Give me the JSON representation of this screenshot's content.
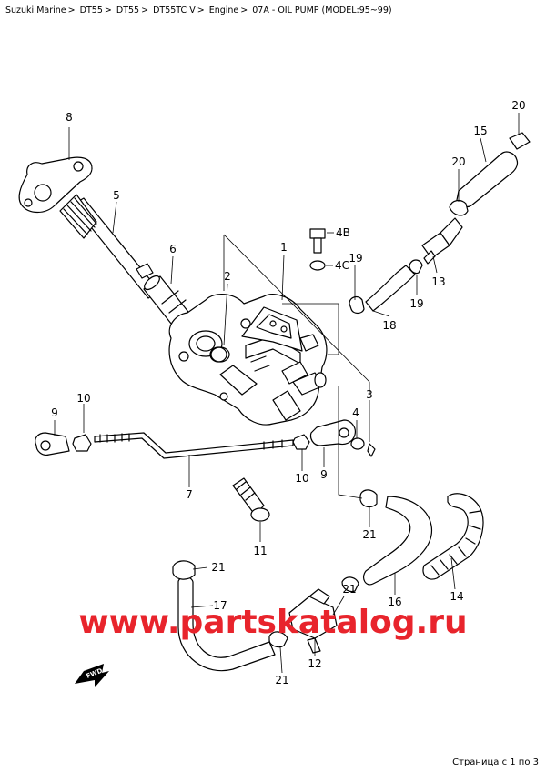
{
  "breadcrumb": [
    "Suzuki Marine",
    "DT55",
    "DT55",
    "DT55TC V",
    "Engine",
    "07A - OIL PUMP (MODEL:95~99)"
  ],
  "breadcrumb_separator": ">",
  "part_numbers": {
    "p1": "1",
    "p2": "2",
    "p3": "3",
    "p4": "4",
    "p4b": "4B",
    "p4c": "4C",
    "p5": "5",
    "p6": "6",
    "p7": "7",
    "p8": "8",
    "p9a": "9",
    "p9b": "9",
    "p10a": "10",
    "p10b": "10",
    "p11": "11",
    "p12": "12",
    "p13": "13",
    "p14": "14",
    "p15": "15",
    "p16": "16",
    "p17": "17",
    "p18": "18",
    "p19a": "19",
    "p19b": "19",
    "p20a": "20",
    "p20b": "20",
    "p21a": "21",
    "p21b": "21",
    "p21c": "21",
    "p21d": "21"
  },
  "fwd_label": "FWD",
  "watermark": "www.partskatalog.ru",
  "footer": "Страница с 1 по 3"
}
